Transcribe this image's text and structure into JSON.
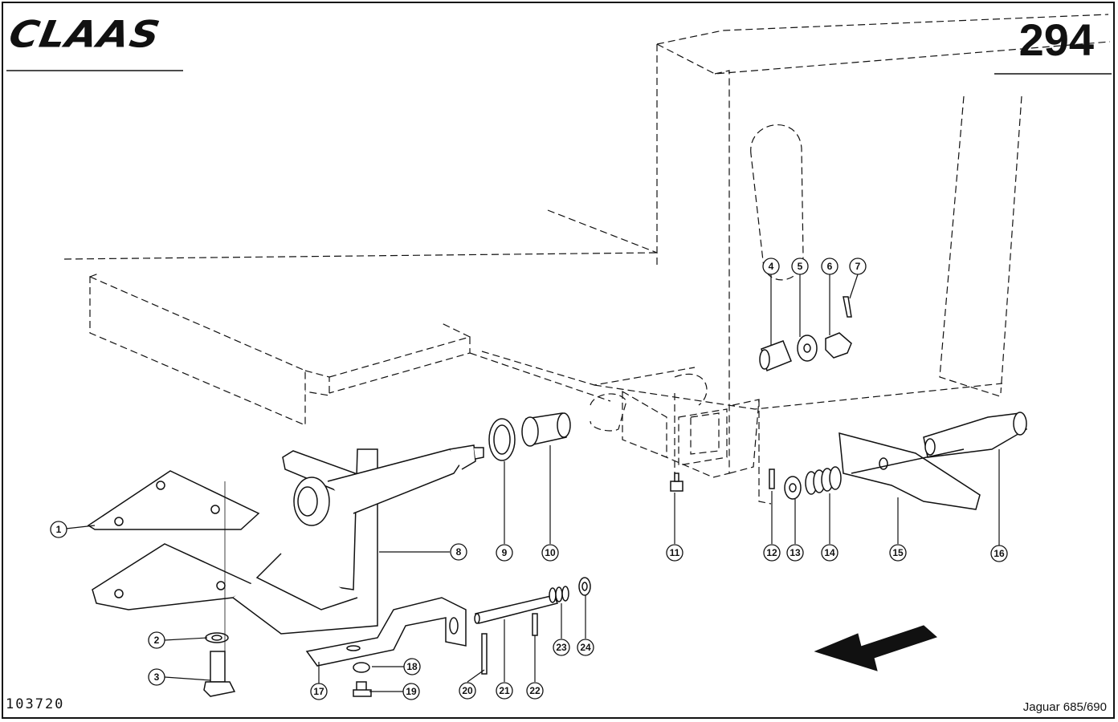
{
  "header": {
    "brand": "CLAAS",
    "page_number": "294"
  },
  "footer": {
    "drawing_number": "103720",
    "model": "Jaguar 685/690"
  },
  "callouts": [
    "1",
    "2",
    "3",
    "4",
    "5",
    "6",
    "7",
    "8",
    "9",
    "10",
    "11",
    "12",
    "13",
    "14",
    "15",
    "16",
    "17",
    "18",
    "19",
    "20",
    "21",
    "22",
    "23",
    "24"
  ],
  "icons": {
    "direction_arrow": "arrow-left-icon"
  },
  "colors": {
    "ink": "#111111",
    "paper": "#ffffff"
  }
}
